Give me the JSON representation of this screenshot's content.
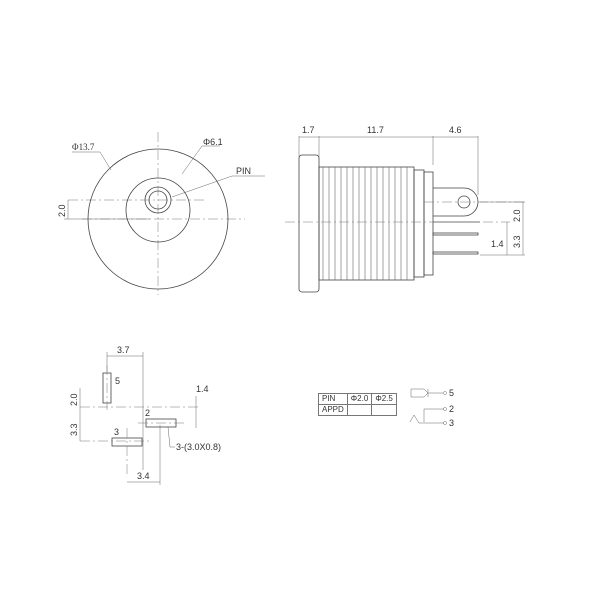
{
  "front_view": {
    "outer_diameter": "Φ13.7",
    "inner_diameter": "Φ6.1",
    "pin_label": "PIN",
    "offset_dim": "2.0"
  },
  "side_view": {
    "flange_width": "1.7",
    "body_length": "11.7",
    "tab_length": "4.6",
    "dim_pin_offset": "2.0",
    "dim_pin_spacing": "3.3",
    "dim_pin_gap": "1.4"
  },
  "footprint": {
    "width_top": "3.7",
    "width_bottom": "3.4",
    "dim_left_top": "2.0",
    "dim_left_bottom": "3.3",
    "dim_right": "1.4",
    "pad_labels": [
      "5",
      "2",
      "3"
    ],
    "pad_spec": "3-(3.0X0.8)"
  },
  "pin_table": {
    "headers": [
      "PIN",
      "Φ2.0",
      "Φ2.5"
    ],
    "rows": [
      [
        "APPD",
        "",
        ""
      ]
    ]
  },
  "schematic": {
    "pins": [
      "5",
      "2",
      "3"
    ]
  }
}
